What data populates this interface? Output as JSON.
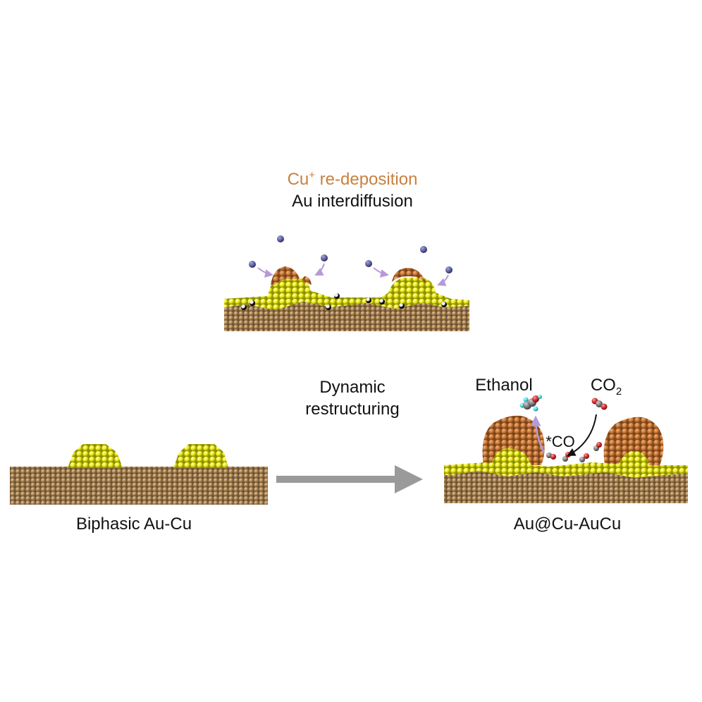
{
  "stage_intermediate": {
    "line1_prefix": "Cu",
    "line1_sup": "+",
    "line1_rest": " re-deposition",
    "line2": "Au interdiffusion"
  },
  "process": {
    "line1": "Dynamic",
    "line2": "restructuring"
  },
  "stage_initial": {
    "label": "Biphasic Au-Cu"
  },
  "stage_final": {
    "label": "Au@Cu-AuCu",
    "product": "Ethanol",
    "reactant_prefix": "CO",
    "reactant_sub": "2",
    "intermediate": "*CO"
  },
  "colors": {
    "cu_substrate": "#b08a5a",
    "cu_redeposited": "#c8773a",
    "au": "#f2f21a",
    "cu_ion": "#5c5f9e",
    "arrow_main": "#9a9a9a",
    "arrow_process": "#b59ad8",
    "carbon": "#7a7a7a",
    "oxygen": "#d0262a",
    "hydrogen": "#4ad7e0"
  }
}
